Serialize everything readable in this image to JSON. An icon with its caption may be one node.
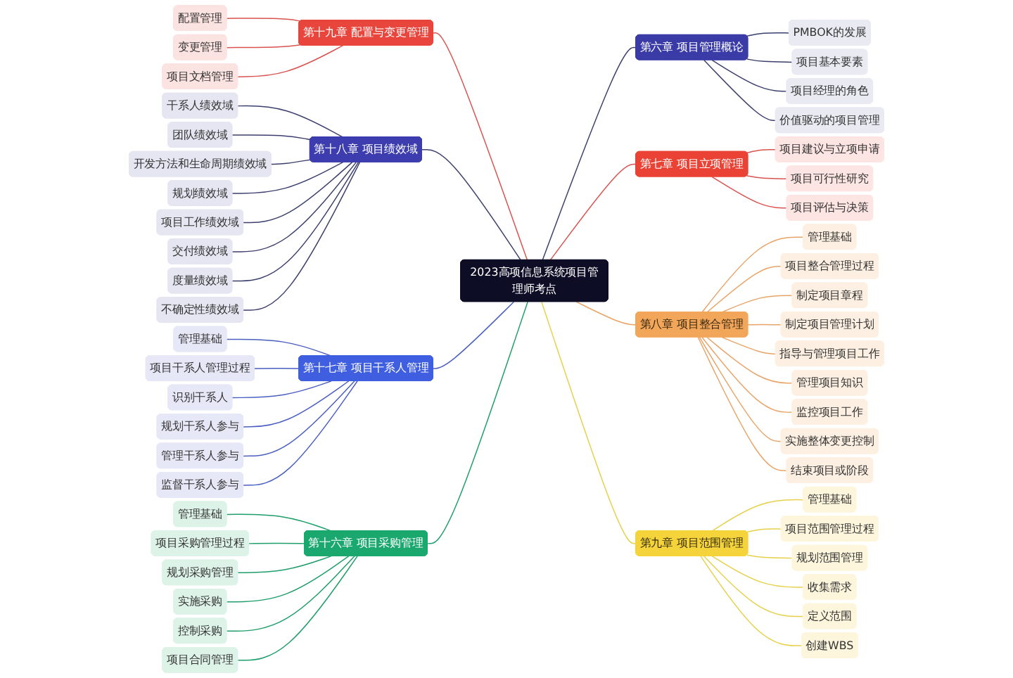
{
  "diagram": {
    "nodes": [
      {
        "text": [
          "2023高项信息系统项目管理师考点"
        ]
      },
      {
        "text": [
          "第十九章 配置与变更管理"
        ]
      },
      {
        "text": [
          "配置管理"
        ]
      },
      {
        "text": [
          "变更管理"
        ]
      },
      {
        "text": [
          "项目文档管理"
        ]
      },
      {
        "text": [
          "第十八章 项目绩效域"
        ]
      },
      {
        "text": [
          "干系人绩效域"
        ]
      },
      {
        "text": [
          "团队绩效域"
        ]
      },
      {
        "text": [
          "开发方法和生命周期绩效域"
        ]
      },
      {
        "text": [
          "规划绩效域"
        ]
      },
      {
        "text": [
          "项目工作绩效域"
        ]
      },
      {
        "text": [
          "交付绩效域"
        ]
      },
      {
        "text": [
          "度量绩效域"
        ]
      },
      {
        "text": [
          "不确定性绩效域"
        ]
      },
      {
        "text": [
          "第十七章 项目干系人管理"
        ]
      },
      {
        "text": [
          "管理基础"
        ]
      },
      {
        "text": [
          "项目干系人管理过程"
        ]
      },
      {
        "text": [
          "识别干系人"
        ]
      },
      {
        "text": [
          "规划干系人参与"
        ]
      },
      {
        "text": [
          "管理干系人参与"
        ]
      },
      {
        "text": [
          "监督干系人参与"
        ]
      },
      {
        "text": [
          "第十六章 项目采购管理"
        ]
      },
      {
        "text": [
          "管理基础"
        ]
      },
      {
        "text": [
          "项目采购管理过程"
        ]
      },
      {
        "text": [
          "规划采购管理"
        ]
      },
      {
        "text": [
          "实施采购"
        ]
      },
      {
        "text": [
          "控制采购"
        ]
      },
      {
        "text": [
          "项目合同管理"
        ]
      },
      {
        "text": [
          "第六章 项目管理概论"
        ]
      },
      {
        "text": [
          "PMBOK的发展"
        ]
      },
      {
        "text": [
          "项目基本要素"
        ]
      },
      {
        "text": [
          "项目经理的角色"
        ]
      },
      {
        "text": [
          "价值驱动的项目管理"
        ]
      },
      {
        "text": [
          "第七章 项目立项管理"
        ]
      },
      {
        "text": [
          "项目建议与立项申请"
        ]
      },
      {
        "text": [
          "项目可行性研究"
        ]
      },
      {
        "text": [
          "项目评估与决策"
        ]
      },
      {
        "text": [
          "第八章 项目整合管理"
        ]
      },
      {
        "text": [
          "管理基础"
        ]
      },
      {
        "text": [
          "项目整合管理过程"
        ]
      },
      {
        "text": [
          "制定项目章程"
        ]
      },
      {
        "text": [
          "制定项目管理计划"
        ]
      },
      {
        "text": [
          "指导与管理项目工作"
        ]
      },
      {
        "text": [
          "管理项目知识"
        ]
      },
      {
        "text": [
          "监控项目工作"
        ]
      },
      {
        "text": [
          "实施整体变更控制"
        ]
      },
      {
        "text": [
          "结束项目或阶段"
        ]
      },
      {
        "text": [
          "第九章 项目范围管理"
        ]
      },
      {
        "text": [
          "管理基础"
        ]
      },
      {
        "text": [
          "项目范围管理过程"
        ]
      },
      {
        "text": [
          "规划范围管理"
        ]
      },
      {
        "text": [
          "收集需求"
        ]
      },
      {
        "text": [
          "定义范围"
        ]
      },
      {
        "text": [
          "创建WBS"
        ]
      }
    ],
    "edges": [
      {
        "from": 0,
        "to": 1,
        "arrow": "none",
        "color": "#d9534f"
      },
      {
        "from": 1,
        "to": 2,
        "arrow": "none",
        "color": "#d9534f"
      },
      {
        "from": 1,
        "to": 3,
        "arrow": "none",
        "color": "#d9534f"
      },
      {
        "from": 1,
        "to": 4,
        "arrow": "none",
        "color": "#d9534f"
      },
      {
        "from": 0,
        "to": 5,
        "arrow": "none",
        "color": "#3b3f6e"
      },
      {
        "from": 5,
        "to": 6,
        "arrow": "none",
        "color": "#3b3f6e"
      },
      {
        "from": 5,
        "to": 7,
        "arrow": "none",
        "color": "#3b3f6e"
      },
      {
        "from": 5,
        "to": 8,
        "arrow": "none",
        "color": "#3b3f6e"
      },
      {
        "from": 5,
        "to": 9,
        "arrow": "none",
        "color": "#3b3f6e"
      },
      {
        "from": 5,
        "to": 10,
        "arrow": "none",
        "color": "#3b3f6e"
      },
      {
        "from": 5,
        "to": 11,
        "arrow": "none",
        "color": "#3b3f6e"
      },
      {
        "from": 5,
        "to": 12,
        "arrow": "none",
        "color": "#3b3f6e"
      },
      {
        "from": 5,
        "to": 13,
        "arrow": "none",
        "color": "#3b3f6e"
      },
      {
        "from": 0,
        "to": 14,
        "arrow": "none",
        "color": "#4a5fc1"
      },
      {
        "from": 14,
        "to": 15,
        "arrow": "none",
        "color": "#4a5fc1"
      },
      {
        "from": 14,
        "to": 16,
        "arrow": "none",
        "color": "#4a5fc1"
      },
      {
        "from": 14,
        "to": 17,
        "arrow": "none",
        "color": "#4a5fc1"
      },
      {
        "from": 14,
        "to": 18,
        "arrow": "none",
        "color": "#4a5fc1"
      },
      {
        "from": 14,
        "to": 19,
        "arrow": "none",
        "color": "#4a5fc1"
      },
      {
        "from": 14,
        "to": 20,
        "arrow": "none",
        "color": "#4a5fc1"
      },
      {
        "from": 0,
        "to": 21,
        "arrow": "none",
        "color": "#1f9e6a"
      },
      {
        "from": 21,
        "to": 22,
        "arrow": "none",
        "color": "#1f9e6a"
      },
      {
        "from": 21,
        "to": 23,
        "arrow": "none",
        "color": "#1f9e6a"
      },
      {
        "from": 21,
        "to": 24,
        "arrow": "none",
        "color": "#1f9e6a"
      },
      {
        "from": 21,
        "to": 25,
        "arrow": "none",
        "color": "#1f9e6a"
      },
      {
        "from": 21,
        "to": 26,
        "arrow": "none",
        "color": "#1f9e6a"
      },
      {
        "from": 21,
        "to": 27,
        "arrow": "none",
        "color": "#1f9e6a"
      },
      {
        "from": 0,
        "to": 28,
        "arrow": "none",
        "color": "#3b3f6e"
      },
      {
        "from": 28,
        "to": 29,
        "arrow": "none",
        "color": "#3b3f6e"
      },
      {
        "from": 28,
        "to": 30,
        "arrow": "none",
        "color": "#3b3f6e"
      },
      {
        "from": 28,
        "to": 31,
        "arrow": "none",
        "color": "#3b3f6e"
      },
      {
        "from": 28,
        "to": 32,
        "arrow": "none",
        "color": "#3b3f6e"
      },
      {
        "from": 0,
        "to": 33,
        "arrow": "none",
        "color": "#d9534f"
      },
      {
        "from": 33,
        "to": 34,
        "arrow": "none",
        "color": "#d9534f"
      },
      {
        "from": 33,
        "to": 35,
        "arrow": "none",
        "color": "#d9534f"
      },
      {
        "from": 33,
        "to": 36,
        "arrow": "none",
        "color": "#d9534f"
      },
      {
        "from": 0,
        "to": 37,
        "arrow": "none",
        "color": "#e8a468"
      },
      {
        "from": 37,
        "to": 38,
        "arrow": "none",
        "color": "#e8a468"
      },
      {
        "from": 37,
        "to": 39,
        "arrow": "none",
        "color": "#e8a468"
      },
      {
        "from": 37,
        "to": 40,
        "arrow": "none",
        "color": "#e8a468"
      },
      {
        "from": 37,
        "to": 41,
        "arrow": "none",
        "color": "#e8a468"
      },
      {
        "from": 37,
        "to": 42,
        "arrow": "none",
        "color": "#e8a468"
      },
      {
        "from": 37,
        "to": 43,
        "arrow": "none",
        "color": "#e8a468"
      },
      {
        "from": 37,
        "to": 44,
        "arrow": "none",
        "color": "#e8a468"
      },
      {
        "from": 37,
        "to": 45,
        "arrow": "none",
        "color": "#e8a468"
      },
      {
        "from": 37,
        "to": 46,
        "arrow": "none",
        "color": "#e8a468"
      },
      {
        "from": 0,
        "to": 47,
        "arrow": "none",
        "color": "#e6d04a"
      },
      {
        "from": 47,
        "to": 48,
        "arrow": "none",
        "color": "#e6d04a"
      },
      {
        "from": 47,
        "to": 49,
        "arrow": "none",
        "color": "#e6d04a"
      },
      {
        "from": 47,
        "to": 50,
        "arrow": "none",
        "color": "#e6d04a"
      },
      {
        "from": 47,
        "to": 51,
        "arrow": "none",
        "color": "#e6d04a"
      },
      {
        "from": 47,
        "to": 52,
        "arrow": "none",
        "color": "#e6d04a"
      },
      {
        "from": 47,
        "to": 53,
        "arrow": "none",
        "color": "#e6d04a"
      }
    ]
  }
}
